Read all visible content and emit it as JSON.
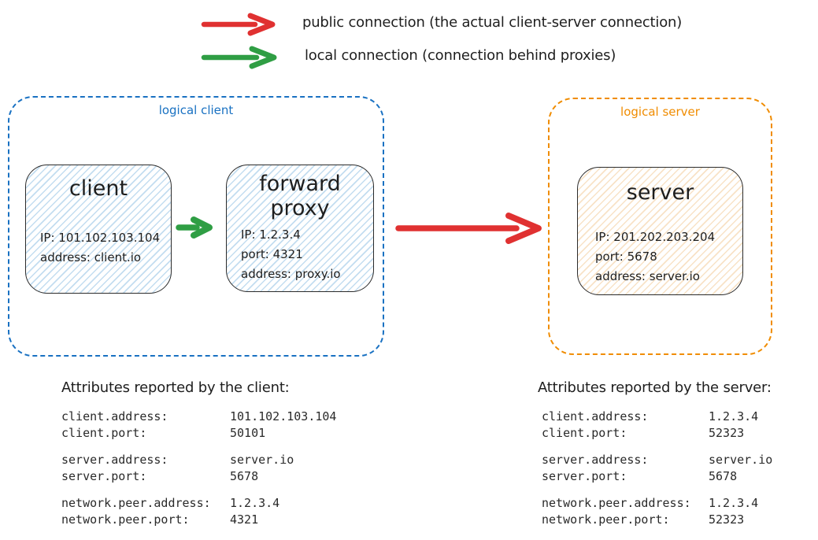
{
  "colors": {
    "public_red": "#e03131",
    "local_green": "#2f9e44",
    "client_blue": "#1971c2",
    "server_orange": "#f08c00"
  },
  "legend": {
    "public": {
      "label": "public connection (the actual client-server connection)",
      "color": "#e03131"
    },
    "local": {
      "label": "local connection (connection behind proxies)",
      "color": "#2f9e44"
    }
  },
  "logical_client": {
    "label": "logical client"
  },
  "logical_server": {
    "label": "logical server"
  },
  "nodes": {
    "client": {
      "title": "client",
      "lines": [
        "IP: 101.102.103.104",
        "address: client.io"
      ]
    },
    "proxy": {
      "title": "forward proxy",
      "lines": [
        "IP: 1.2.3.4",
        "port: 4321",
        "address: proxy.io"
      ]
    },
    "server": {
      "title": "server",
      "lines": [
        "IP: 201.202.203.204",
        "port: 5678",
        "address: server.io"
      ]
    }
  },
  "attributes_client": {
    "heading": "Attributes reported by the client:",
    "rows": [
      {
        "name": "client.address:",
        "value": "101.102.103.104"
      },
      {
        "name": "client.port:",
        "value": "50101"
      },
      {
        "name": "server.address:",
        "value": "server.io"
      },
      {
        "name": "server.port:",
        "value": "5678"
      },
      {
        "name": "network.peer.address:",
        "value": "1.2.3.4"
      },
      {
        "name": "network.peer.port:",
        "value": "4321"
      }
    ]
  },
  "attributes_server": {
    "heading": "Attributes reported by the server:",
    "rows": [
      {
        "name": "client.address:",
        "value": "1.2.3.4"
      },
      {
        "name": "client.port:",
        "value": "52323"
      },
      {
        "name": "server.address:",
        "value": "server.io"
      },
      {
        "name": "server.port:",
        "value": "5678"
      },
      {
        "name": "network.peer.address:",
        "value": "1.2.3.4"
      },
      {
        "name": "network.peer.port:",
        "value": "52323"
      }
    ]
  }
}
